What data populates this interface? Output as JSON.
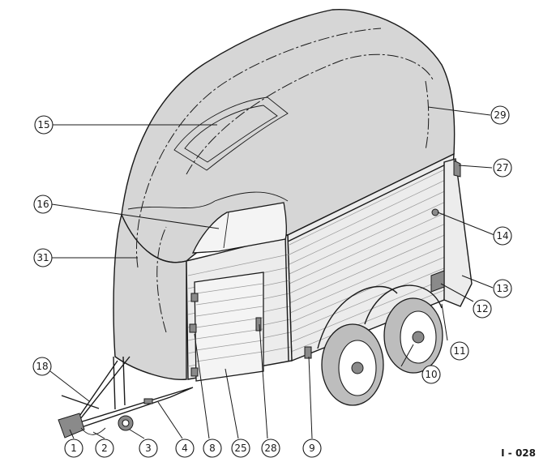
{
  "drawing_id": "I - 028",
  "callouts": [
    {
      "label": "1"
    },
    {
      "label": "2"
    },
    {
      "label": "3"
    },
    {
      "label": "4"
    },
    {
      "label": "8"
    },
    {
      "label": "25"
    },
    {
      "label": "28"
    },
    {
      "label": "9"
    },
    {
      "label": "10"
    },
    {
      "label": "11"
    },
    {
      "label": "12"
    },
    {
      "label": "13"
    },
    {
      "label": "14"
    },
    {
      "label": "27"
    },
    {
      "label": "29"
    },
    {
      "label": "15"
    },
    {
      "label": "16"
    },
    {
      "label": "31"
    },
    {
      "label": "18"
    }
  ],
  "colors": {
    "line": "#1a1a1a",
    "roof": "#d6d6d6",
    "panel": "#ececec"
  }
}
